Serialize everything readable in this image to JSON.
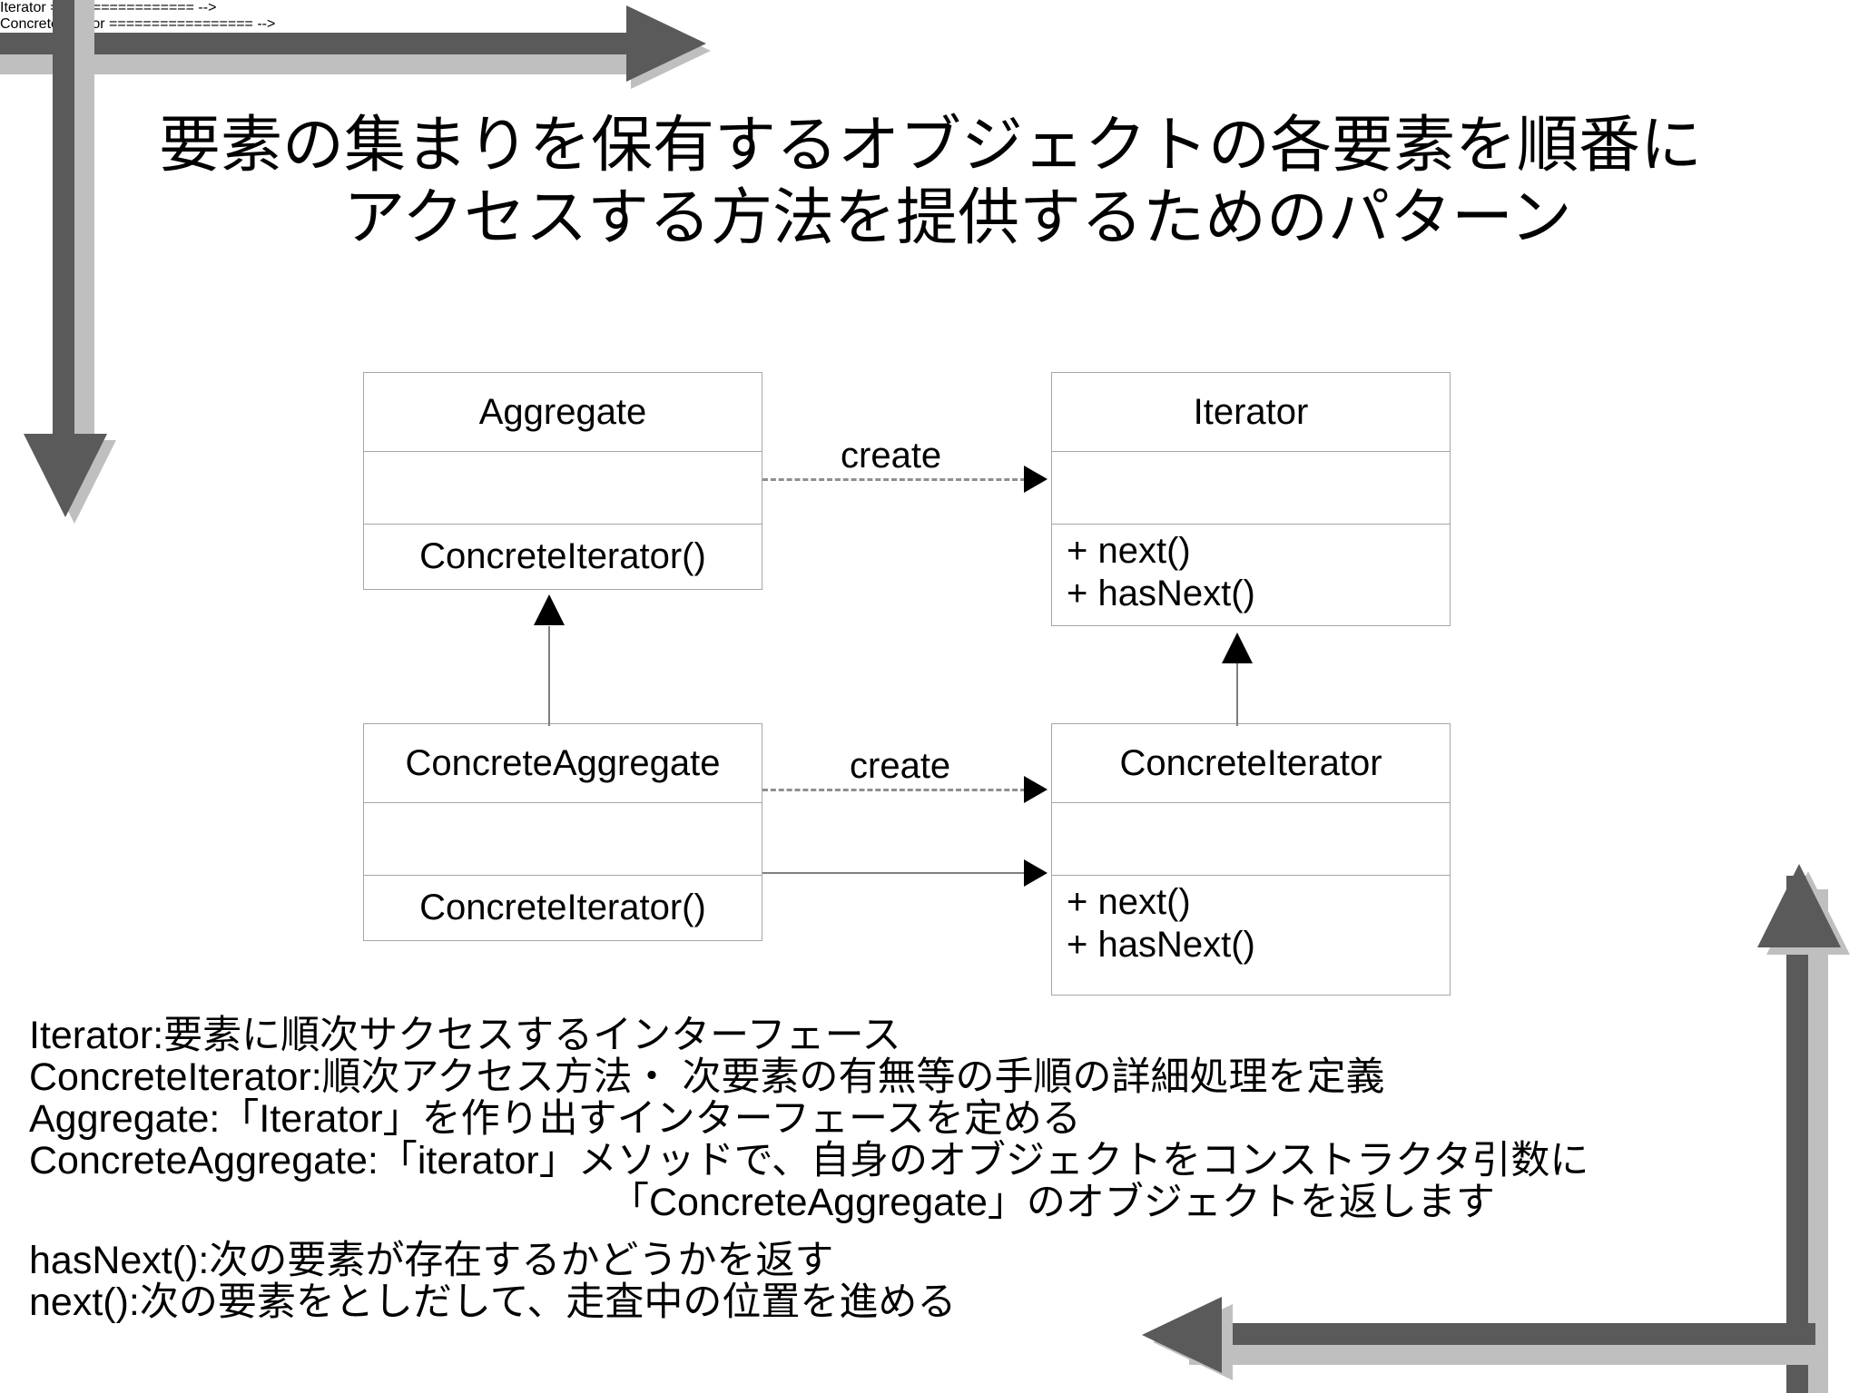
{
  "slide": {
    "title_lines": [
      "要素の集まりを保有するオブジェクトの各要素を順番に",
      "アクセスする方法を提供するためのパターン"
    ],
    "accent_color": "#5a5a5a",
    "accent_shadow_color": "#bfbfbf",
    "box_border_color": "#a6a6a6"
  },
  "diagram": {
    "type": "uml-class-diagram",
    "classes": [
      {
        "id": "aggregate",
        "name": "Aggregate",
        "attributes": [],
        "operations": [
          "ConcreteIterator()"
        ]
      },
      {
        "id": "iterator",
        "name": "Iterator",
        "attributes": [],
        "operations": [
          "+ next()",
          "+ hasNext()"
        ]
      },
      {
        "id": "concrete-aggregate",
        "name": "ConcreteAggregate",
        "attributes": [],
        "operations": [
          "ConcreteIterator()"
        ]
      },
      {
        "id": "concrete-iterator",
        "name": "ConcreteIterator",
        "attributes": [],
        "operations": [
          "+ next()",
          "+ hasNext()"
        ]
      }
    ],
    "relations": [
      {
        "from": "aggregate",
        "to": "iterator",
        "label": "create",
        "style": "dashed-arrow"
      },
      {
        "from": "concrete-aggregate",
        "to": "concrete-iterator",
        "label": "create",
        "style": "dashed-arrow"
      },
      {
        "from": "concrete-aggregate",
        "to": "aggregate",
        "label": "",
        "style": "generalization"
      },
      {
        "from": "concrete-iterator",
        "to": "iterator",
        "label": "",
        "style": "generalization"
      },
      {
        "from": "concrete-aggregate",
        "to": "concrete-iterator",
        "label": "",
        "style": "solid-arrow"
      }
    ]
  },
  "notes": {
    "lines": [
      "Iterator:要素に順次サクセスするインターフェース",
      "ConcreteIterator:順次アクセス方法・ 次要素の有無等の手順の詳細処理を定義",
      "Aggregate:「Iterator」を作り出すインターフェースを定める",
      "ConcreteAggregate:「iterator」メソッドで、自身のオブジェクトをコンストラクタ引数に",
      "「ConcreteAggregate」のオブジェクトを返します",
      "hasNext():次の要素が存在するかどうかを返す",
      "next():次の要素をとしだして、走査中の位置を進める"
    ]
  }
}
